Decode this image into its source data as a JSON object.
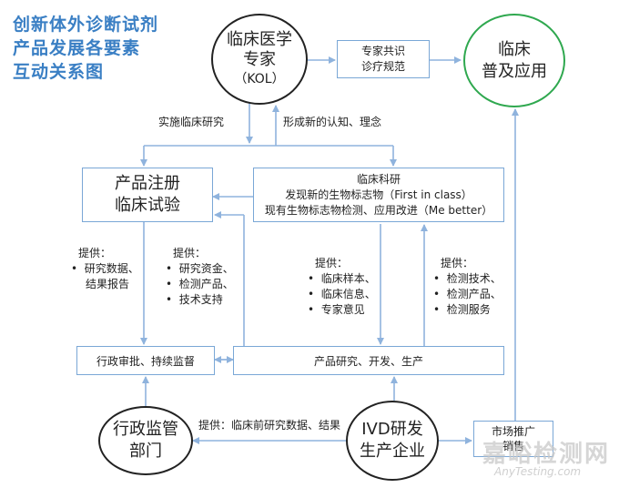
{
  "title": {
    "line1": "创新体外诊断试剂",
    "line2": "产品发展各要素",
    "line3": "互动关系图"
  },
  "nodes": {
    "kol": {
      "line1": "临床医学",
      "line2": "专家",
      "line3": "（KOL）"
    },
    "consensus": {
      "line1": "专家共识",
      "line2": "诊疗规范"
    },
    "clinical_use": {
      "line1": "临床",
      "line2": "普及应用"
    },
    "registration": {
      "line1": "产品注册",
      "line2": "临床试验"
    },
    "research": {
      "line1": "临床科研",
      "line2": "发现新的生物标志物（First in class）",
      "line3": "现有生物标志物检测、应用改进（Me better）"
    },
    "admin_review": {
      "label": "行政审批、持续监督"
    },
    "rd": {
      "label": "产品研究、开发、生产"
    },
    "regulator": {
      "line1": "行政监管",
      "line2": "部门"
    },
    "ivd": {
      "line1": "IVD研发",
      "line2": "生产企业"
    },
    "marketing": {
      "line1": "市场推广",
      "line2": "销售"
    }
  },
  "labels": {
    "implement_research": "实施临床研究",
    "new_cognition": "形成新的认知、理念",
    "provide_preclinical": "提供：临床前研究数据、结果"
  },
  "lists": {
    "list1": {
      "head": "提供：",
      "items": [
        "研究数据、",
        "结果报告"
      ]
    },
    "list2": {
      "head": "提供：",
      "items": [
        "研究资金、",
        "检测产品、",
        "技术支持"
      ]
    },
    "list3": {
      "head": "提供：",
      "items": [
        "临床样本、",
        "临床信息、",
        "专家意见"
      ]
    },
    "list4": {
      "head": "提供：",
      "items": [
        "检测技术、",
        "检测产品、",
        "检测服务"
      ]
    }
  },
  "watermark": {
    "cn": "嘉峪检测网",
    "en": "AnyTesting.com"
  },
  "colors": {
    "title": "#3a7fc4",
    "box_border": "#7aa7d6",
    "arrow": "#8fb3dd",
    "green": "#2fa84f"
  }
}
